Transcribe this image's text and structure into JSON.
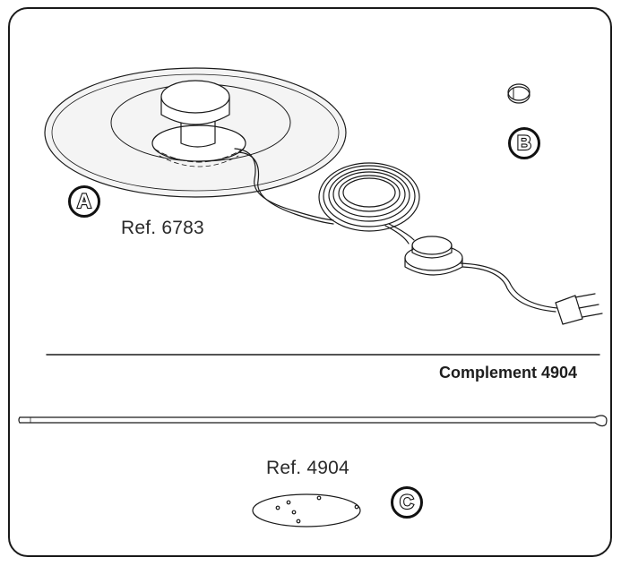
{
  "parts": {
    "a": {
      "badge": "A",
      "ref": "Ref. 6783"
    },
    "b": {
      "badge": "B"
    },
    "c": {
      "badge": "C",
      "ref": "Ref. 4904"
    }
  },
  "complement": "Complement 4904",
  "colors": {
    "line": "#1a1a1a",
    "disc_fill": "#f4f4f4"
  }
}
